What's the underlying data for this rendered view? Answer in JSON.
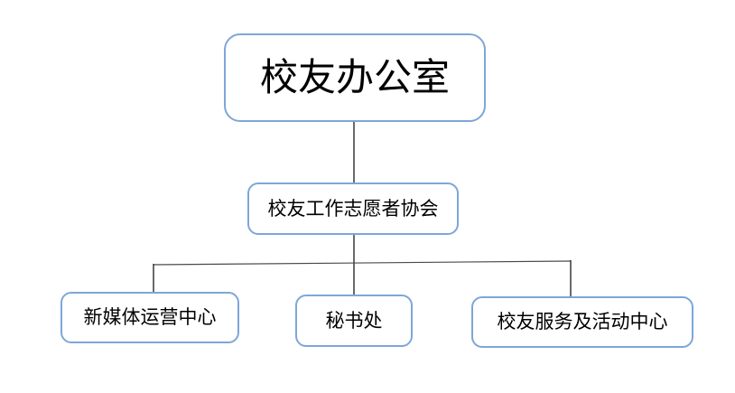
{
  "colors": {
    "background": "#ffffff",
    "box_border": "#7ea6d8",
    "box_fill": "#ffffff",
    "connector": "#2b2b2b",
    "text": "#000000"
  },
  "org_chart": {
    "root": {
      "label": "校友办公室"
    },
    "mid": {
      "label": "校友工作志愿者协会"
    },
    "children": [
      {
        "label": "新媒体运营中心"
      },
      {
        "label": "秘书处"
      },
      {
        "label": "校友服务及活动中心"
      }
    ]
  }
}
